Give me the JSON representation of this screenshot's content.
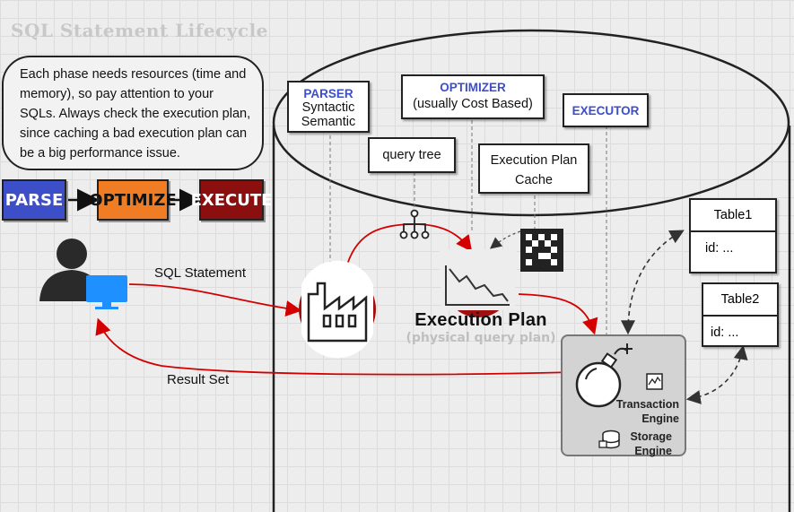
{
  "title": "SQL Statement Lifecycle",
  "note": "Each phase needs resources (time and memory), so pay attention to your SQLs. Always check the execution plan, since caching a bad execution plan can be a big performance issue.",
  "phases": [
    {
      "label": "PARSE",
      "color": "#3d4ec9"
    },
    {
      "label": "OPTIMIZE",
      "color": "#f07d24"
    },
    {
      "label": "EXECUTE",
      "color": "#8b0f0f"
    }
  ],
  "parser": {
    "title": "PARSER",
    "line1": "Syntactic",
    "line2": "Semantic"
  },
  "optimizer": {
    "title": "OPTIMIZER",
    "subtitle": "(usually Cost Based)"
  },
  "executor": {
    "title": "EXECUTOR"
  },
  "query_tree": "query tree",
  "plan_cache": {
    "line1": "Execution Plan",
    "line2": "Cache"
  },
  "execution_plan": {
    "title": "Execution Plan",
    "subtitle": "(physical query plan)"
  },
  "sql_statement": "SQL Statement",
  "result_set": "Result Set",
  "engines": {
    "transaction": [
      "Transaction",
      "Engine"
    ],
    "storage": [
      "Storage",
      "Engine"
    ]
  },
  "tables": [
    {
      "name": "Table1",
      "row": "id: ..."
    },
    {
      "name": "Table2",
      "row": "id: ..."
    }
  ],
  "colors": {
    "accent_red": "#d40000",
    "parser_blue": "#3d4ec9",
    "icon_red": "#a01010"
  },
  "icons": [
    "user-icon",
    "monitor-icon",
    "factory-icon",
    "tree-icon",
    "plan-chart-icon",
    "cache-grid-icon",
    "bomb-icon",
    "transaction-icon",
    "storage-icon"
  ]
}
